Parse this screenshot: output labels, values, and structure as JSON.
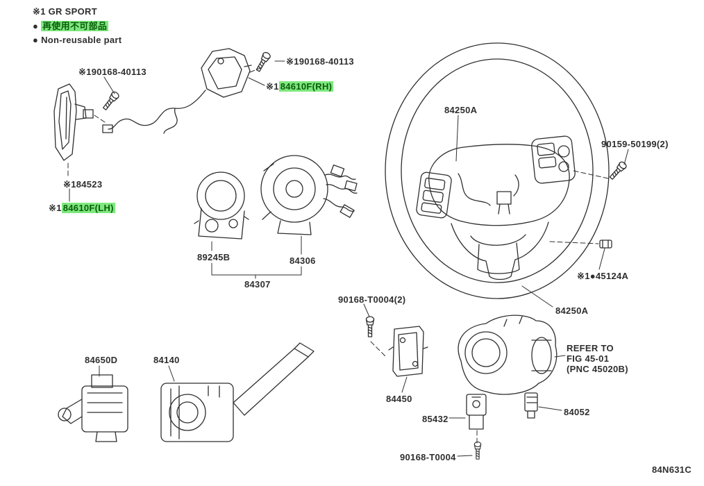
{
  "colors": {
    "background": "#ffffff",
    "ink": "#2e2e2e",
    "highlight_bg": "#7ee87e",
    "highlight_text": "#0a5c0a"
  },
  "legend": {
    "gr_sport": "※1 GR SPORT",
    "bullet": "●",
    "nonreusable_jp": "再使用不可部品",
    "nonreusable_en": "Non-reusable part"
  },
  "labels": {
    "bolt_top_left": "※190168-40113",
    "bolt_top_mid": "※190168-40113",
    "ref1": "※1",
    "paddle_rh": "84610F(RH)",
    "paddle_set": "※184523",
    "paddle_lh": "84610F(LH)",
    "sensor_89245b": "89245B",
    "spiral_cable": "84306",
    "spiral_cable_assy": "84307",
    "steering_wheel_upper": "84250A",
    "wheel_bolt": "90159-50199(2)",
    "clip": "45124A",
    "steering_wheel_lower": "84250A",
    "column_screw2": "90168-T0004(2)",
    "switch_84650d": "84650D",
    "switch_84140": "84140",
    "bracket_84450": "84450",
    "switch_85432": "85432",
    "part_84052": "84052",
    "column_screw": "90168-T0004",
    "refer_line1": "REFER TO",
    "refer_line2": "FIG 45-01",
    "refer_line3": "(PNC 45020B)"
  },
  "footer": {
    "drawing_code": "84N631C"
  }
}
